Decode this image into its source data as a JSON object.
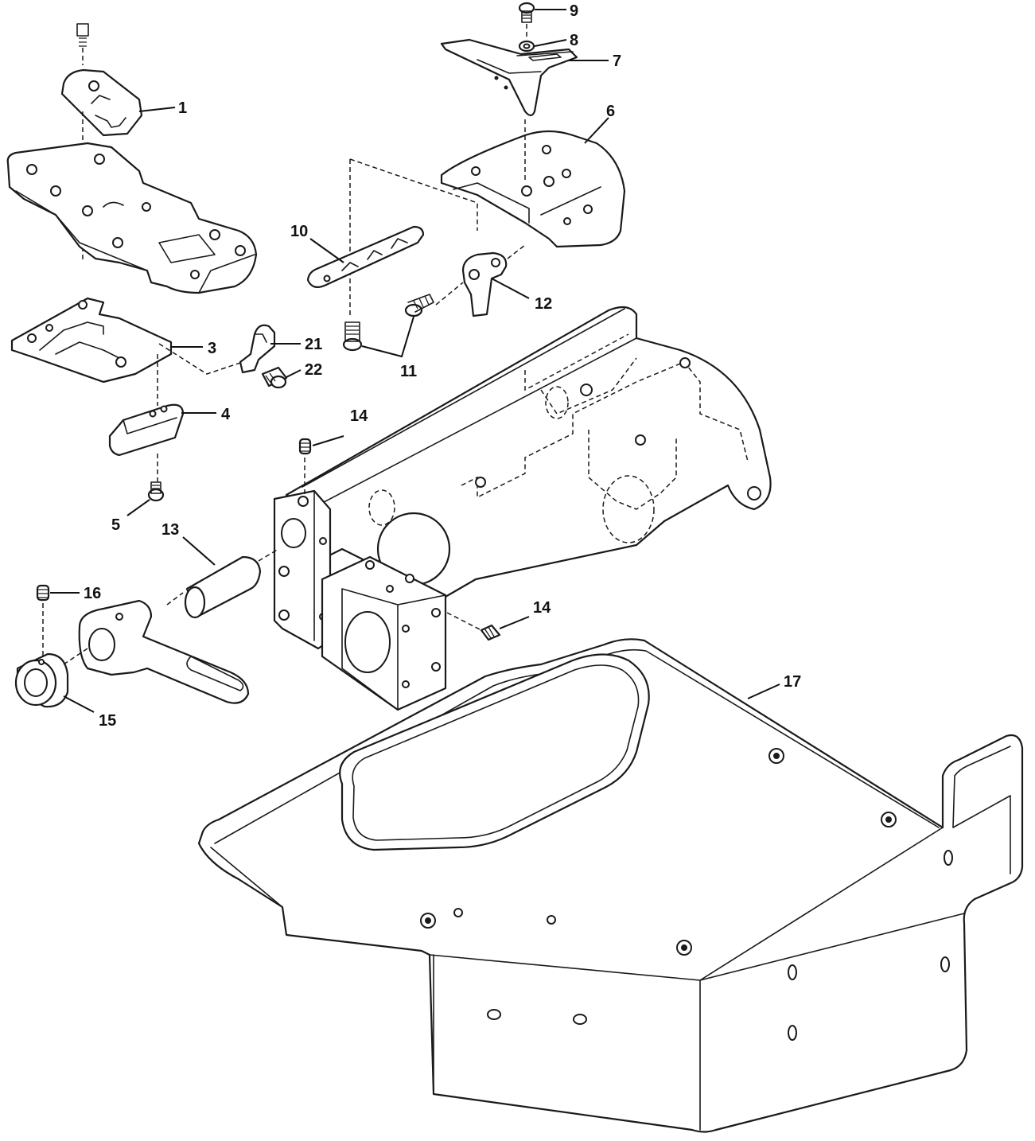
{
  "diagram": {
    "colors": {
      "line": "#1a1a1a",
      "paper": "#ffffff"
    },
    "callouts": [
      {
        "id": "1",
        "label": "1"
      },
      {
        "id": "3",
        "label": "3"
      },
      {
        "id": "4",
        "label": "4"
      },
      {
        "id": "5",
        "label": "5"
      },
      {
        "id": "6",
        "label": "6"
      },
      {
        "id": "7",
        "label": "7"
      },
      {
        "id": "8",
        "label": "8"
      },
      {
        "id": "9",
        "label": "9"
      },
      {
        "id": "10",
        "label": "10"
      },
      {
        "id": "11",
        "label": "11"
      },
      {
        "id": "12",
        "label": "12"
      },
      {
        "id": "13",
        "label": "13"
      },
      {
        "id": "14a",
        "label": "14"
      },
      {
        "id": "14b",
        "label": "14"
      },
      {
        "id": "15",
        "label": "15"
      },
      {
        "id": "16",
        "label": "16"
      },
      {
        "id": "17",
        "label": "17"
      },
      {
        "id": "21",
        "label": "21"
      },
      {
        "id": "22",
        "label": "22"
      }
    ]
  }
}
